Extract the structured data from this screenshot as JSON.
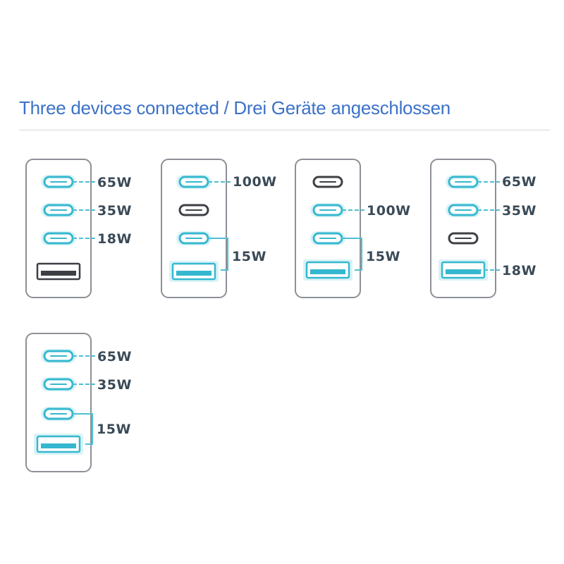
{
  "title": "Three devices connected / Drei Geräte angeschlossen",
  "colors": {
    "active": "#35b8cf",
    "active_glow": "#c9eef4",
    "inactive": "#3d3f44",
    "body_border": "#8d9096",
    "leader": "#4fbfd2",
    "label": "#3a4a57"
  },
  "chargers": [
    {
      "ports": [
        {
          "type": "usb-c",
          "active": true
        },
        {
          "type": "usb-c",
          "active": true
        },
        {
          "type": "usb-c",
          "active": true
        },
        {
          "type": "usb-a",
          "active": false
        }
      ],
      "labels": [
        "65W",
        "35W",
        "18W"
      ]
    },
    {
      "ports": [
        {
          "type": "usb-c",
          "active": true
        },
        {
          "type": "usb-c",
          "active": false
        },
        {
          "type": "usb-c",
          "active": true
        },
        {
          "type": "usb-a",
          "active": true
        }
      ],
      "labels": [
        "100W",
        "15W"
      ]
    },
    {
      "ports": [
        {
          "type": "usb-c",
          "active": false
        },
        {
          "type": "usb-c",
          "active": true
        },
        {
          "type": "usb-c",
          "active": true
        },
        {
          "type": "usb-a",
          "active": true
        }
      ],
      "labels": [
        "100W",
        "15W"
      ]
    },
    {
      "ports": [
        {
          "type": "usb-c",
          "active": true
        },
        {
          "type": "usb-c",
          "active": true
        },
        {
          "type": "usb-c",
          "active": false
        },
        {
          "type": "usb-a",
          "active": true
        }
      ],
      "labels": [
        "65W",
        "35W",
        "18W"
      ]
    },
    {
      "ports": [
        {
          "type": "usb-c",
          "active": true
        },
        {
          "type": "usb-c",
          "active": true
        },
        {
          "type": "usb-c",
          "active": true
        },
        {
          "type": "usb-a",
          "active": true
        }
      ],
      "labels": [
        "65W",
        "35W",
        "15W"
      ]
    }
  ]
}
